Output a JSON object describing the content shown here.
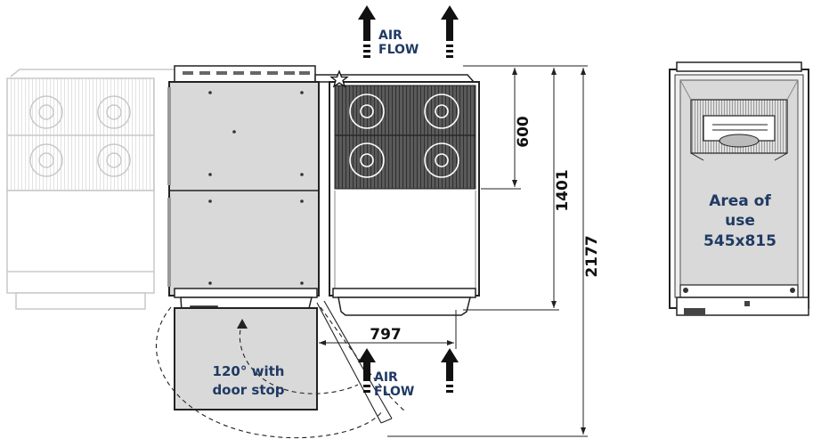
{
  "labels": {
    "air_flow_top_line1": "AIR",
    "air_flow_top_line2": "FLOW",
    "air_flow_bottom_line1": "AIR",
    "air_flow_bottom_line2": "FLOW",
    "door_line1": "120° with",
    "door_line2": "door stop",
    "area_line1": "Area of",
    "area_line2": "use",
    "area_line3": "545x815"
  },
  "dimensions": {
    "top_section": "600",
    "unit_depth": "1401",
    "total_depth": "2177",
    "width_clearance": "797"
  },
  "colors": {
    "navy": "#1f3a63",
    "panel_fill": "#d9d9d9",
    "ghost_stroke": "#c8c8c8",
    "line": "#222222"
  }
}
